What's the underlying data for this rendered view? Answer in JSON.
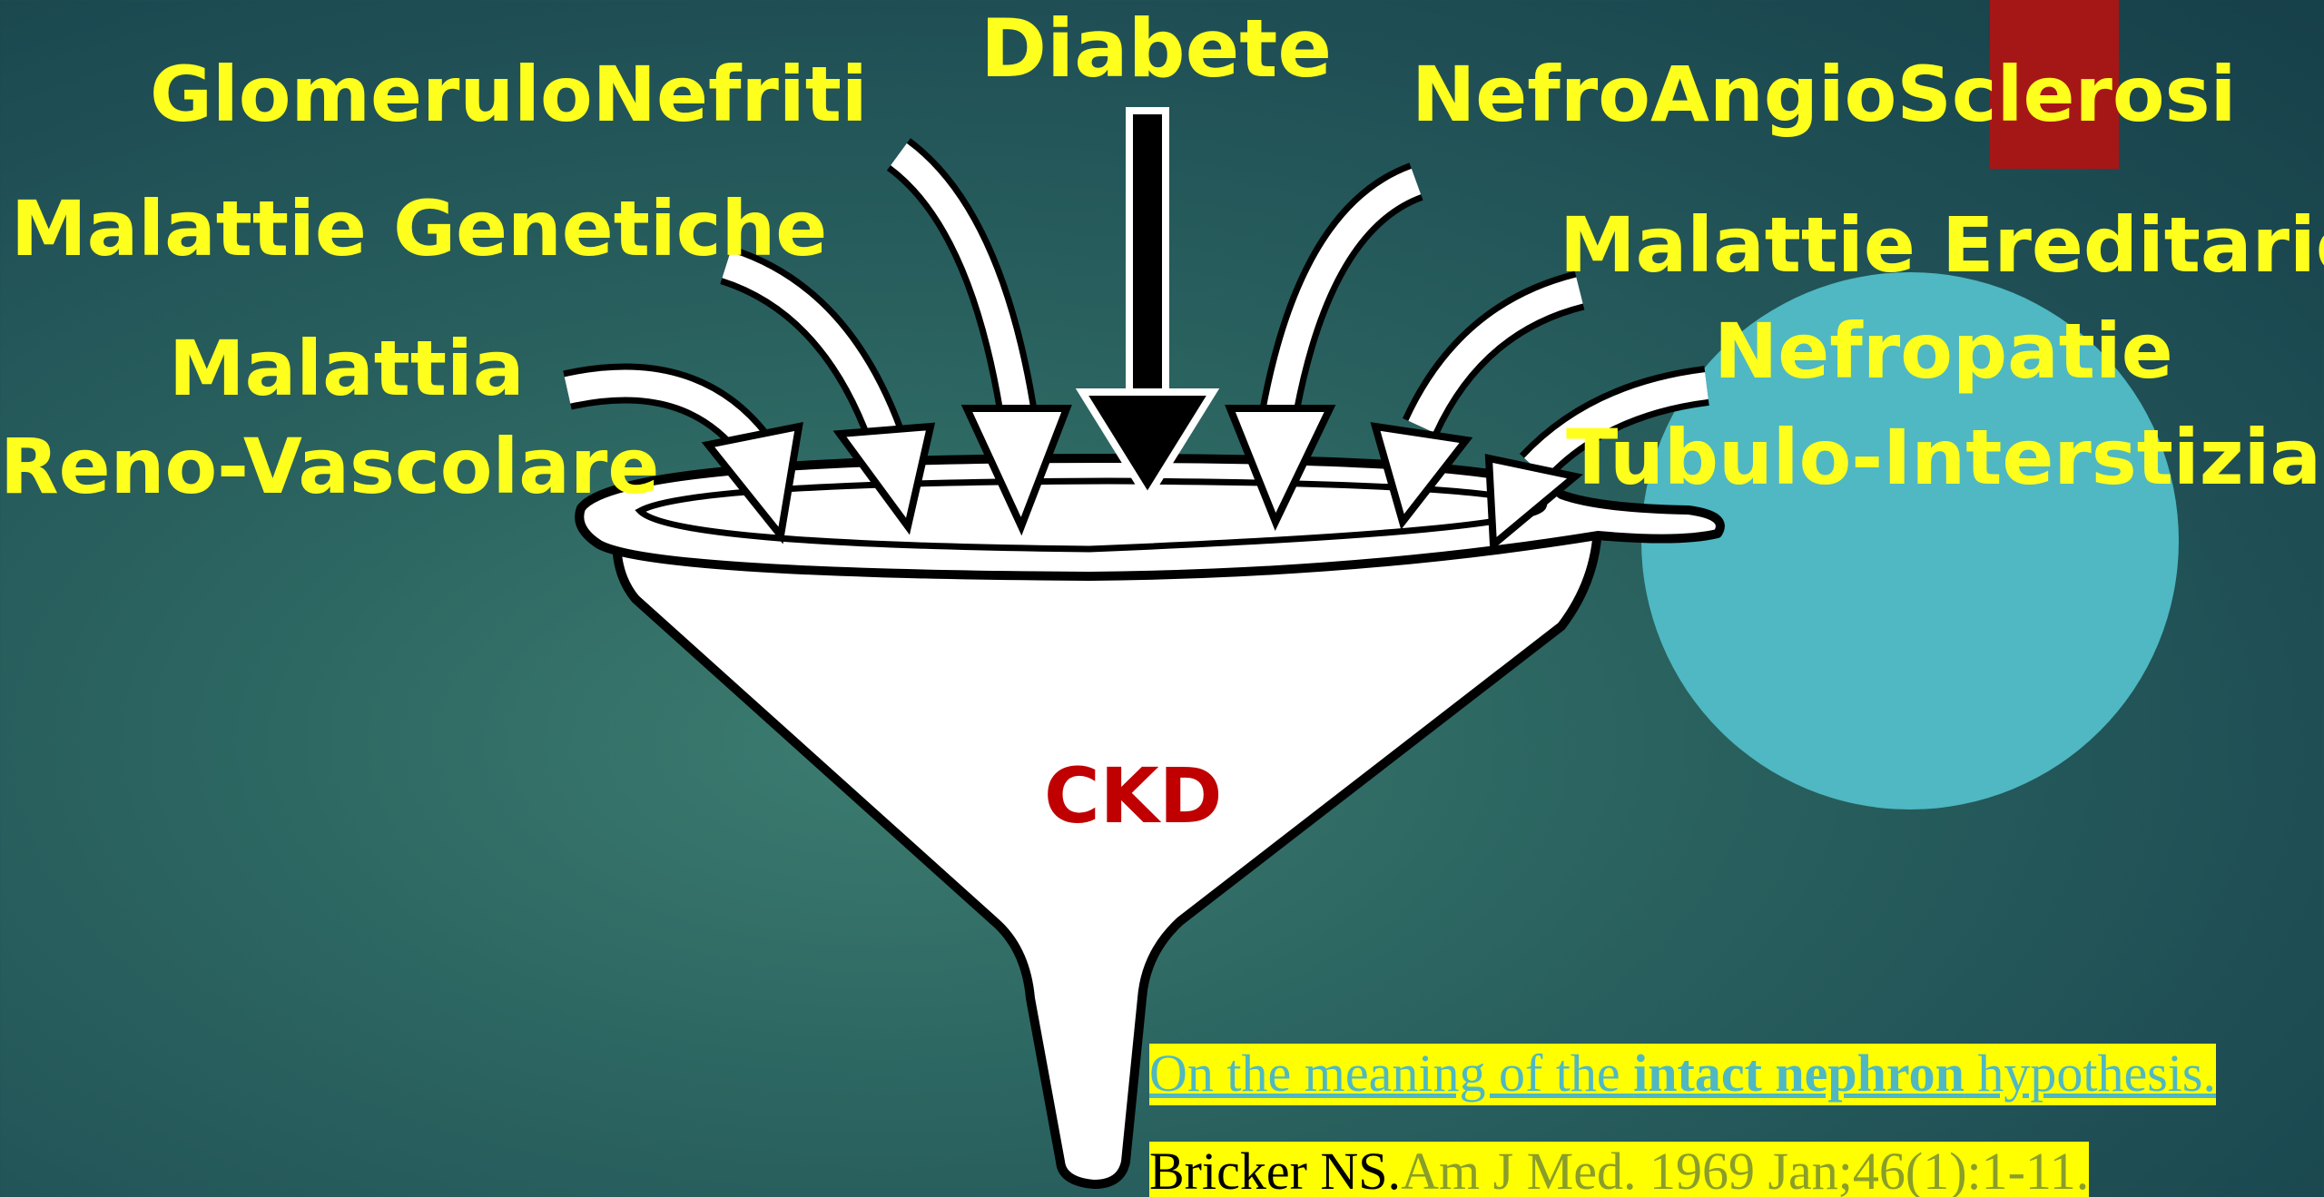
{
  "diagram": {
    "center_label": "CKD",
    "causes": {
      "diabete": "Diabete",
      "glomerulonefriti": "GlomeruloNefriti",
      "nefroangiosclerosi": "NefroAngioSclerosi",
      "malattie_genetiche": "Malattie Genetiche",
      "malattie_ereditarie": "Malattie Ereditarie",
      "malattia_line1": "Malattia",
      "malattia_line2": "Reno-Vascolare",
      "nefropatie_line1": "Nefropatie",
      "nefropatie_line2": "Tubulo-Interstiziali"
    }
  },
  "reference": {
    "title_pre": "On the meaning of the ",
    "title_bold": "intact nephron",
    "title_post": " hypothesis.",
    "author": "Bricker NS.",
    "citation": "Am J Med. 1969 Jan;46(1):1-11."
  },
  "colors": {
    "label_yellow": "#ffff1e",
    "ckd_red": "#c00000",
    "accent_teal": "#4fb8c2",
    "accent_red": "#a51717",
    "highlight": "#ffff00"
  }
}
